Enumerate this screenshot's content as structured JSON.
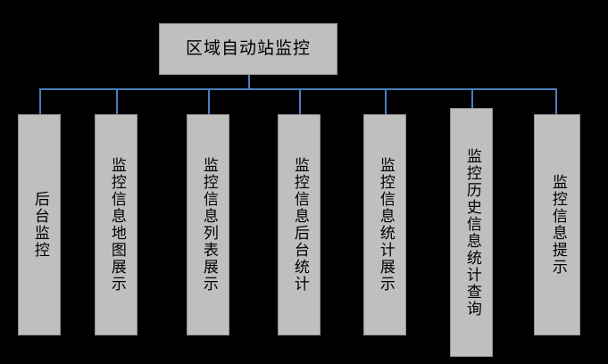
{
  "diagram": {
    "type": "organization-chart",
    "orientation": "top-down",
    "background_color": "#000000",
    "node_fill_color": "#bfbfbf",
    "node_border_color": "#8f8f8f",
    "connector_color": "#4a7ebb",
    "text_color": "#000000",
    "root": {
      "label": "区域自动站监控"
    },
    "children": [
      {
        "label": "后台监控"
      },
      {
        "label": "监控信息地图展示"
      },
      {
        "label": "监控信息列表展示"
      },
      {
        "label": "监控信息后台统计"
      },
      {
        "label": "监控信息统计展示"
      },
      {
        "label": "监控历史信息统计查询"
      },
      {
        "label": "监控信息提示"
      }
    ]
  }
}
